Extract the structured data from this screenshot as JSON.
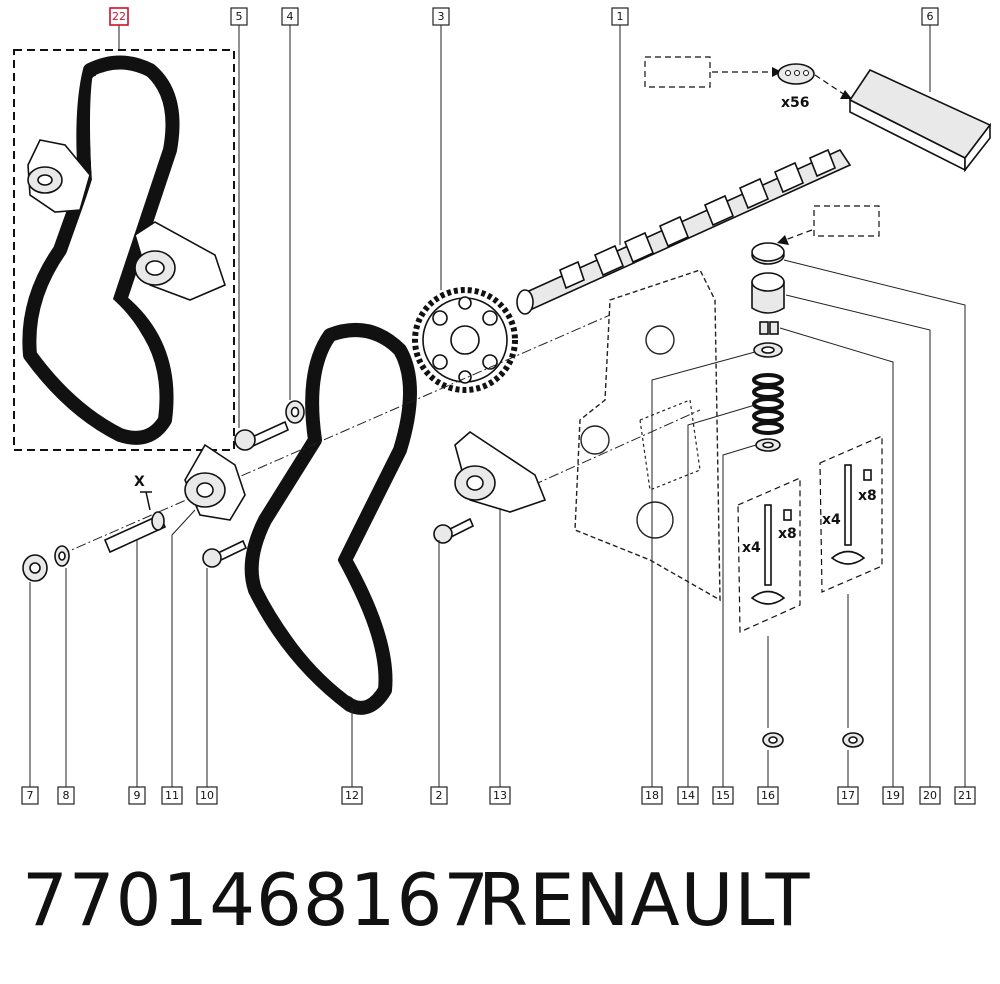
{
  "footer": {
    "part_number": "7701468167",
    "brand": "RENAULT"
  },
  "callouts": {
    "c1": "1",
    "c2": "2",
    "c3": "3",
    "c4": "4",
    "c5": "5",
    "c6": "6",
    "c7": "7",
    "c8": "8",
    "c9": "9",
    "c10": "10",
    "c11": "11",
    "c12": "12",
    "c13": "13",
    "c14": "14",
    "c15": "15",
    "c16": "16",
    "c17": "17",
    "c18": "18",
    "c19": "19",
    "c20": "20",
    "c21": "21",
    "c22": "22"
  },
  "quantities": {
    "tappet_qty": "x56",
    "valve_qty_a": "x4",
    "collet_qty_a": "x8",
    "valve_qty_b": "x4",
    "collet_qty_b": "x8"
  },
  "marker_x": "X",
  "highlight_color": "#d0102a"
}
